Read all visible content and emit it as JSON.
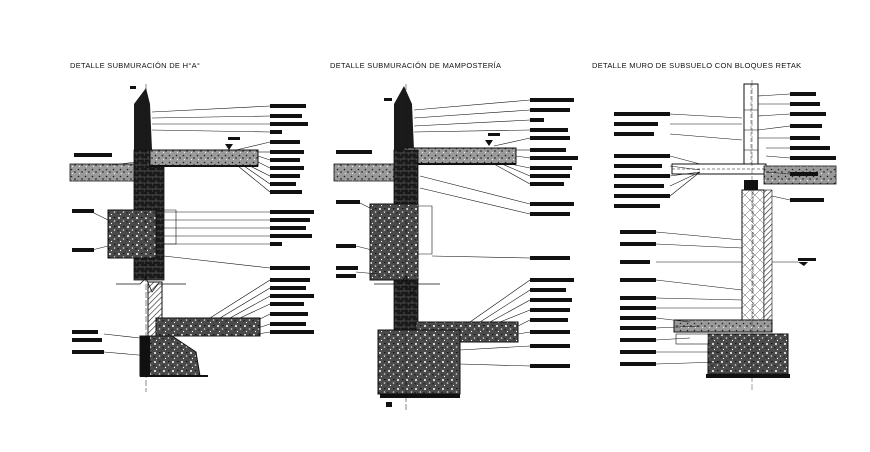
{
  "titles": {
    "detail_1": "DETALLE SUBMURACIÓN DE H°A°",
    "detail_2": "DETALLE SUBMURACIÓN DE MAMPOSTERÍA",
    "detail_3": "DETALLE MURO DE SUBSUELO CON BLOQUES RETAK"
  },
  "colors": {
    "ink": "#111111",
    "paper": "#ffffff"
  }
}
